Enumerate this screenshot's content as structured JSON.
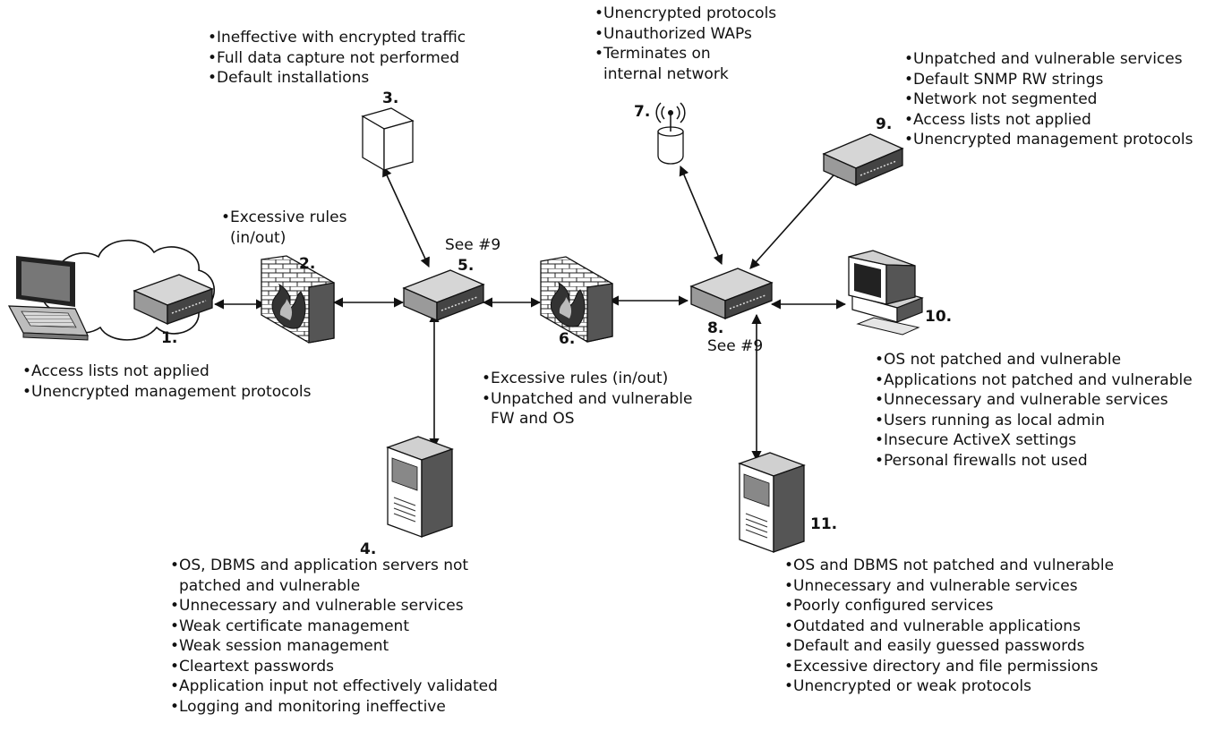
{
  "nodes": {
    "n1": {
      "number": "1.",
      "bullets": [
        "Access lists not applied",
        "Unencrypted management protocols"
      ]
    },
    "n2": {
      "number": "2.",
      "bullets": [
        "Excessive rules",
        "(in/out)"
      ]
    },
    "n3": {
      "number": "3.",
      "bullets": [
        "Ineffective with encrypted traffic",
        "Full data capture not performed",
        "Default installations"
      ]
    },
    "n4": {
      "number": "4.",
      "bullets": [
        "OS, DBMS and application servers not",
        "patched and vulnerable",
        "Unnecessary and vulnerable services",
        "Weak certificate management",
        "Weak session management",
        "Cleartext passwords",
        "Application input not effectively validated",
        "Logging and monitoring ineffective"
      ]
    },
    "n5": {
      "number": "5.",
      "see": "See #9"
    },
    "n6": {
      "number": "6.",
      "bullets": [
        "Excessive rules (in/out)",
        "Unpatched and vulnerable",
        "FW and OS"
      ]
    },
    "n7": {
      "number": "7.",
      "bullets": [
        "Unencrypted protocols",
        "Unauthorized WAPs",
        "Terminates on",
        "internal network"
      ]
    },
    "n8": {
      "number": "8.",
      "see": "See #9"
    },
    "n9": {
      "number": "9.",
      "bullets": [
        "Unpatched and vulnerable services",
        "Default SNMP RW strings",
        "Network not segmented",
        "Access lists not applied",
        "Unencrypted management protocols"
      ]
    },
    "n10": {
      "number": "10.",
      "bullets": [
        "OS not patched and vulnerable",
        "Applications not patched and vulnerable",
        "Unnecessary and vulnerable services",
        "Users running as local admin",
        "Insecure ActiveX settings",
        "Personal firewalls not used"
      ]
    },
    "n11": {
      "number": "11.",
      "bullets": [
        "OS and DBMS not patched and vulnerable",
        "Unnecessary and vulnerable services",
        "Poorly configured services",
        "Outdated and vulnerable applications",
        "Default and easily guessed passwords",
        "Excessive directory and file permissions",
        "Unencrypted or weak protocols"
      ]
    }
  }
}
